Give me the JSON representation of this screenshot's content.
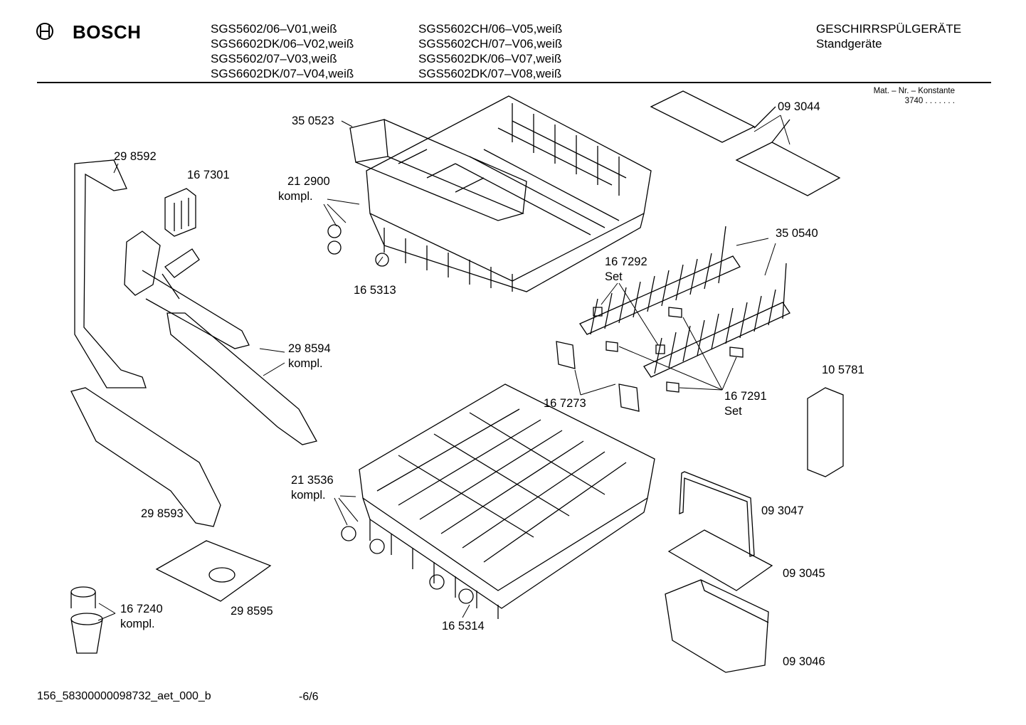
{
  "header": {
    "brand": "BOSCH",
    "models_col1": [
      "SGS5602/06–V01,weiß",
      "SGS6602DK/06–V02,weiß",
      "SGS5602/07–V03,weiß",
      "SGS6602DK/07–V04,weiß"
    ],
    "models_col2": [
      "SGS5602CH/06–V05,weiß",
      "SGS5602CH/07–V06,weiß",
      "SGS5602DK/06–V07,weiß",
      "SGS5602DK/07–V08,weiß"
    ],
    "category": "GESCHIRRSPÜLGERÄTE",
    "subcategory": "Standgeräte",
    "mat_label": "Mat. – Nr. – Konstante",
    "mat_value": "3740 . . . . . . ."
  },
  "parts": {
    "p298592": "29 8592",
    "p167301": "16 7301",
    "p350523": "35 0523",
    "p212900": "21 2900",
    "p212900_note": "kompl.",
    "p165313": "16 5313",
    "p093044": "09 3044",
    "p350540": "35 0540",
    "p167292": "16 7292",
    "p167292_note": "Set",
    "p298594": "29 8594",
    "p298594_note": "kompl.",
    "p167273": "16 7273",
    "p167291": "16 7291",
    "p167291_note": "Set",
    "p105781": "10 5781",
    "p213536": "21 3536",
    "p213536_note": "kompl.",
    "p298593": "29 8593",
    "p093047": "09 3047",
    "p093045": "09 3045",
    "p298595": "29 8595",
    "p167240": "16 7240",
    "p167240_note": "kompl.",
    "p165314": "16 5314",
    "p093046": "09 3046"
  },
  "footer": {
    "doc_id": "156_58300000098732_aet_000_b",
    "page": "-6/6"
  }
}
